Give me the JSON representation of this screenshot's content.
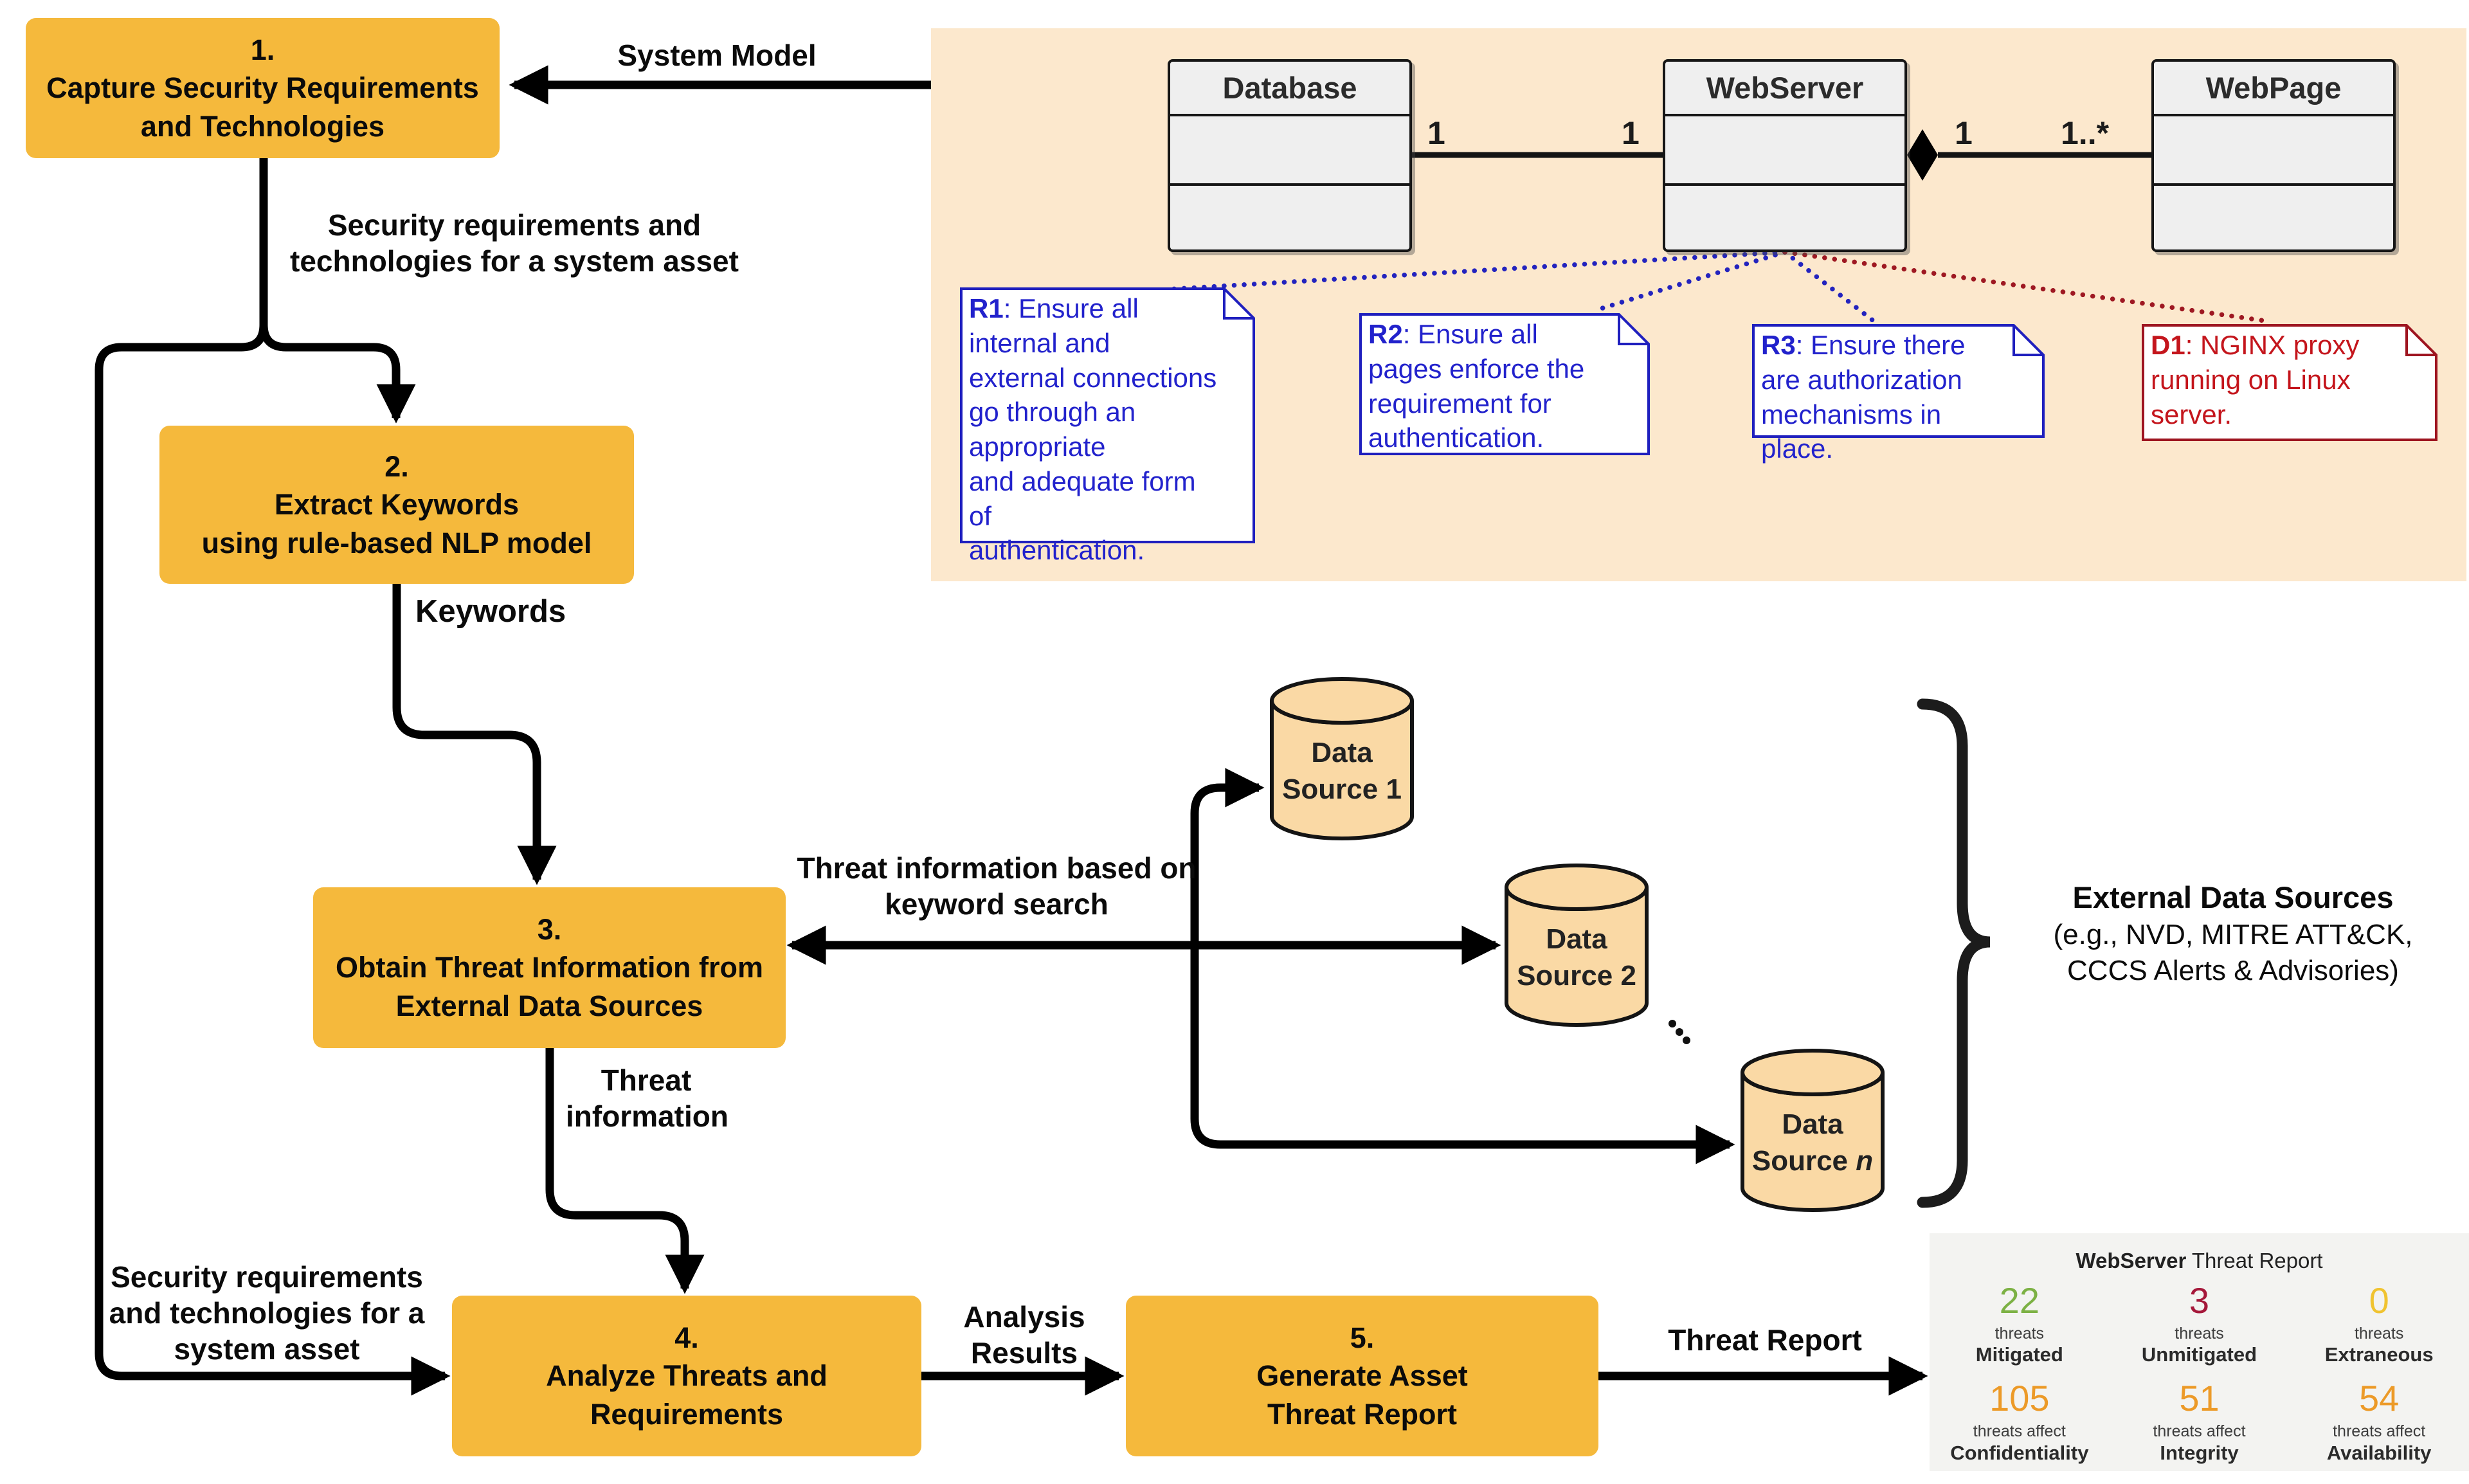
{
  "steps": [
    {
      "label": "1.\nCapture Security Requirements\nand Technologies"
    },
    {
      "label": "2.\nExtract Keywords\nusing rule-based NLP model"
    },
    {
      "label": "3.\nObtain Threat Information from\nExternal Data Sources"
    },
    {
      "label": "4.\nAnalyze Threats and\nRequirements"
    },
    {
      "label": "5.\nGenerate Asset\nThreat Report"
    }
  ],
  "edge_labels": {
    "system_model": "System Model",
    "security_req_top": "Security requirements and\ntechnologies for a system asset",
    "keywords": "Keywords",
    "threat_info_keyword_search": "Threat information based on\nkeyword search",
    "threat_information": "Threat\ninformation",
    "security_req_left": "Security requirements\nand technologies for a\nsystem asset",
    "analysis_results": "Analysis\nResults",
    "threat_report": "Threat Report"
  },
  "uml": {
    "classes": [
      {
        "name": "Database"
      },
      {
        "name": "WebServer"
      },
      {
        "name": "WebPage"
      }
    ],
    "multiplicities": {
      "database_end": "1",
      "webserver_left_end": "1",
      "webserver_right_end": "1",
      "webpage_end": "1..*"
    }
  },
  "notes": [
    {
      "id": "R1",
      "body": ": Ensure all\ninternal and\nexternal connections\ngo through an\nappropriate\nand adequate form of\nauthentication.",
      "border": "#1F1FBE",
      "text": "#2222CC"
    },
    {
      "id": "R2",
      "body": ": Ensure all\npages enforce the\nrequirement for\nauthentication.",
      "border": "#1F1FBE",
      "text": "#2222CC"
    },
    {
      "id": "R3",
      "body": ": Ensure there\nare authorization\nmechanisms in place.",
      "border": "#1F1FBE",
      "text": "#2222CC"
    },
    {
      "id": "D1",
      "body": ": NGINX proxy\nrunning on Linux\nserver.",
      "border": "#9E1520",
      "text": "#C4151C"
    }
  ],
  "data_sources": [
    {
      "line1": "Data",
      "line2": "Source 1"
    },
    {
      "line1": "Data",
      "line2": "Source 2"
    },
    {
      "line1": "Data",
      "line2_prefix": "Source ",
      "line2_n": "n"
    }
  ],
  "external_sources": {
    "title": "External Data Sources",
    "subtitle": "(e.g., NVD, MITRE ATT&CK,\nCCCS Alerts & Advisories)"
  },
  "report": {
    "title_bold": "WebServer",
    "title_rest": " Threat Report",
    "stats": [
      {
        "value": "22",
        "sub": "threats",
        "label": "Mitigated",
        "color": "#7CB144"
      },
      {
        "value": "3",
        "sub": "threats",
        "label": "Unmitigated",
        "color": "#A5173A"
      },
      {
        "value": "0",
        "sub": "threats",
        "label": "Extraneous",
        "color": "#F0C330"
      },
      {
        "value": "105",
        "sub": "threats affect",
        "label": "Confidentiality",
        "color": "#EC9A28"
      },
      {
        "value": "51",
        "sub": "threats affect",
        "label": "Integrity",
        "color": "#EC9A28"
      },
      {
        "value": "54",
        "sub": "threats affect",
        "label": "Availability",
        "color": "#EC9A28"
      }
    ]
  },
  "colors": {
    "step_fill": "#F5B93C",
    "panel_bg": "#FCE8CD",
    "cylinder_fill": "#FAD9A5",
    "report_bg": "#F3F3F1",
    "note_link_blue": "#2323BE",
    "note_link_red": "#9E1822",
    "flow_line": "#000000"
  }
}
